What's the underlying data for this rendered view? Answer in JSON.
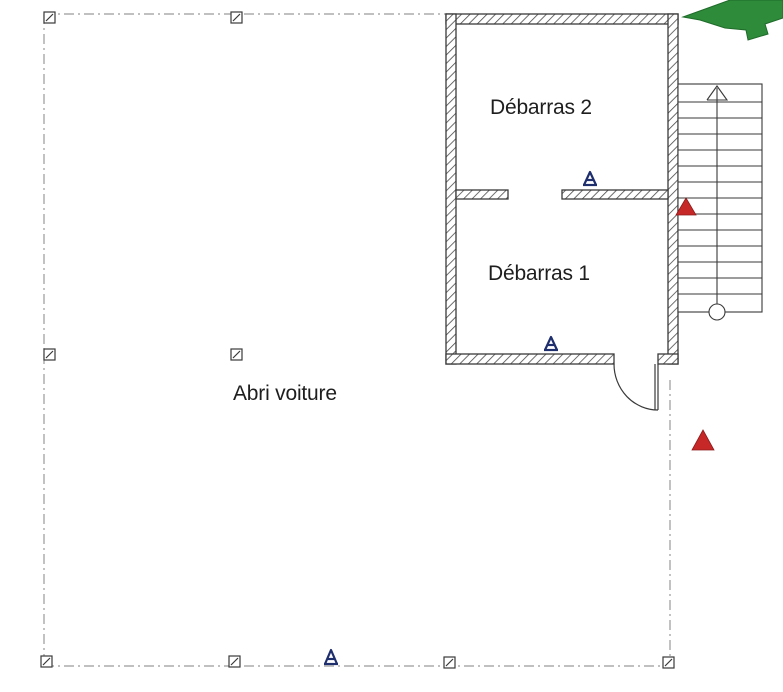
{
  "rooms": {
    "debarras_2": "Débarras 2",
    "debarras_1": "Débarras 1",
    "abri_voiture": "Abri voiture"
  },
  "symbols": {
    "column_marker": "square-hatch-icon",
    "smoke_detector": "a-symbol-icon",
    "warning_marker": "red-triangle-icon",
    "tree_foliage": "green-leaf-icon"
  },
  "colors": {
    "wall_line": "#3a3a3a",
    "dashed_boundary": "#9a9a9a",
    "warning": "#c62828",
    "detector": "#1f2f6e",
    "foliage": "#2e8b3a"
  }
}
